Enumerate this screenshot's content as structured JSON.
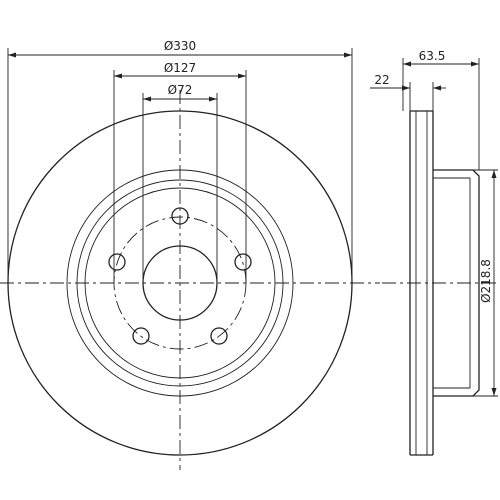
{
  "dimensions": {
    "outer_diameter": "Ø330",
    "pcd": "Ø127",
    "center_bore": "Ø72",
    "total_height": "63.5",
    "thickness": "22",
    "hat_diameter": "Ø218.8"
  },
  "colors": {
    "line": "#222222",
    "background": "#ffffff"
  }
}
